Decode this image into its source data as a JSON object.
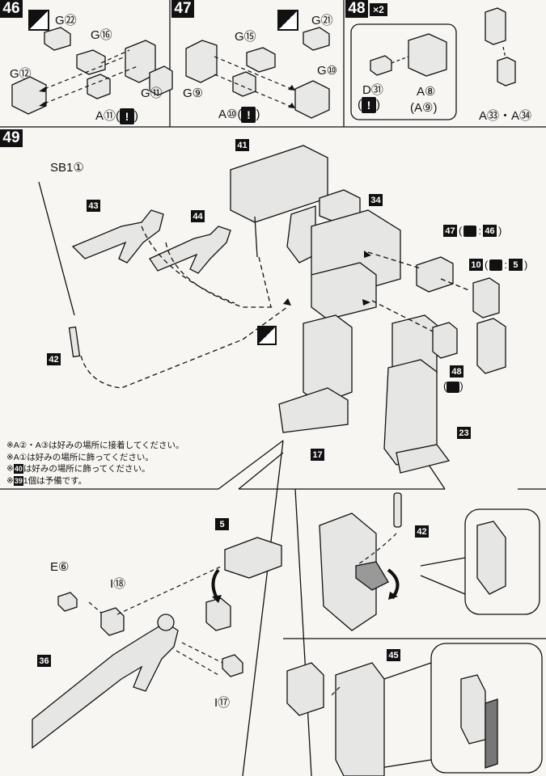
{
  "steps": {
    "s46": "46",
    "s47": "47",
    "s48": "48",
    "s48_mult": "×2",
    "s49": "49"
  },
  "step46": {
    "g22": "G㉒",
    "g16": "G⑯",
    "g12": "G⑫",
    "g11": "G⑪",
    "a11": "A⑪(",
    "a11_end": ")"
  },
  "step47": {
    "g21": "G㉑",
    "g15": "G⑮",
    "g10": "G⑩",
    "g9": "G⑨",
    "a10": "A⑩(",
    "a10_end": ")"
  },
  "step48": {
    "d31": "D㉛",
    "a8": "A⑧",
    "a9": "(A⑨)",
    "a33_34": "A㉝・A㉞",
    "paren_open": "(",
    "paren_close": ")"
  },
  "step49": {
    "sb1": "SB1①",
    "p41": "41",
    "p34": "34",
    "p43": "43",
    "p44": "44",
    "p42": "42",
    "p47": "47",
    "p46": "46",
    "p10": "10",
    "p5": "5",
    "p48": "48",
    "p23": "23",
    "p17": "17",
    "p47_colon": ":",
    "p10_colon": ":"
  },
  "notes": [
    "※A②・A③は好みの場所に接着してください。",
    "※A①は好みの場所に飾ってください。",
    "は好みの場所に飾ってください。",
    "1個は予備です。"
  ],
  "notes_marks": {
    "m40": "40",
    "m39": "39"
  },
  "lower": {
    "p5": "5",
    "e6": "E⑥",
    "i18": "I⑱",
    "i17": "I⑰",
    "p36": "36",
    "p42": "42",
    "p45": "45"
  }
}
